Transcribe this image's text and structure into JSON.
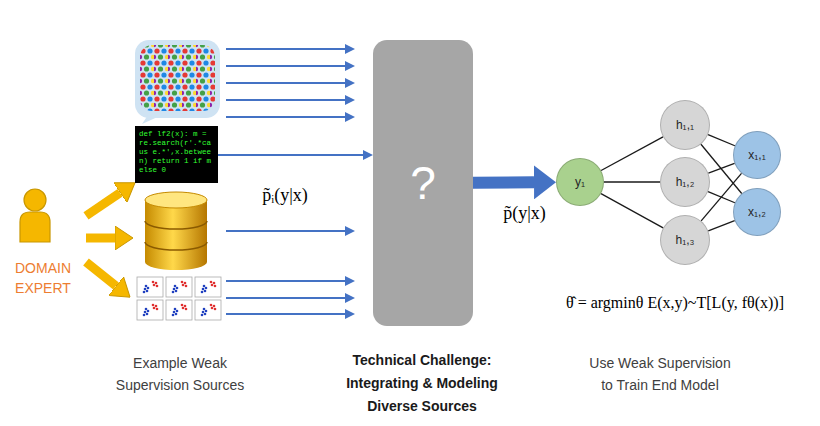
{
  "diagram": {
    "nodes": [
      {
        "text": [
          "DOMAIN EXPERT"
        ]
      },
      {
        "text": [
          "def lf2(x): m = re.search(r'.*caus e.*',x.between) return 1 if m else 0"
        ]
      },
      {
        "text": [
          "?"
        ]
      },
      {
        "text": [
          "y₁"
        ]
      },
      {
        "text": [
          "h₁,₁"
        ]
      },
      {
        "text": [
          "h₁,₂"
        ]
      },
      {
        "text": [
          "h₁,₃"
        ]
      },
      {
        "text": [
          "x₁,₁"
        ]
      },
      {
        "text": [
          "x₁,₂"
        ]
      }
    ],
    "edges": [
      {
        "from": 0,
        "to": 1,
        "arrow": "to"
      },
      {
        "from": 1,
        "to": 2,
        "arrow": "to"
      },
      {
        "from": 2,
        "to": 3,
        "label": "p̃(y|x)",
        "arrow": "to"
      },
      {
        "from": 3,
        "to": 4,
        "arrow": "none"
      },
      {
        "from": 3,
        "to": 5,
        "arrow": "none"
      },
      {
        "from": 3,
        "to": 6,
        "arrow": "none"
      },
      {
        "from": 4,
        "to": 7,
        "arrow": "none"
      },
      {
        "from": 4,
        "to": 8,
        "arrow": "none"
      },
      {
        "from": 5,
        "to": 7,
        "arrow": "none"
      },
      {
        "from": 5,
        "to": 8,
        "arrow": "none"
      },
      {
        "from": 6,
        "to": 7,
        "arrow": "none"
      },
      {
        "from": 6,
        "to": 8,
        "arrow": "none"
      }
    ],
    "labels": [
      "p̃ᵢ(y|x)",
      "θ̂ = argminθ E(x,y)~T[L(y, fθ(x))]",
      "Example Weak Supervision Sources",
      "Technical Challenge: Integrating & Modeling Diverse Sources",
      "Use Weak Supervision to Train End Model"
    ]
  }
}
